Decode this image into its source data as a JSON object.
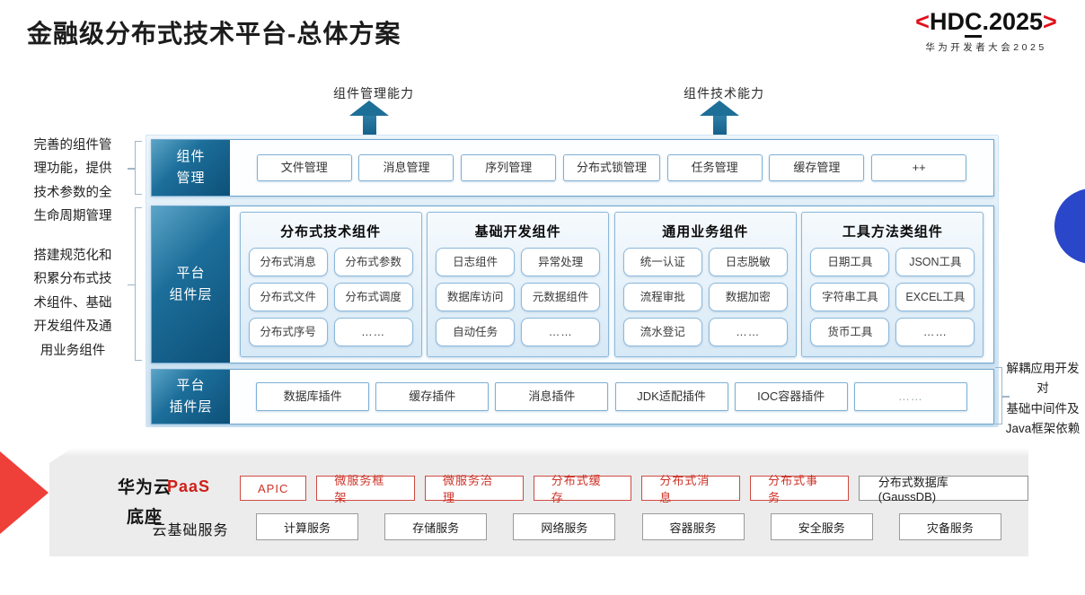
{
  "title": "金融级分布式技术平台-总体方案",
  "logo": {
    "bracket_left": "<",
    "text_hd": "HD",
    "text_c": "C",
    "text_rest": ".2025",
    "bracket_right": ">",
    "subtitle": "华为开发者大会2025"
  },
  "arrows": {
    "left_label": "组件管理能力",
    "right_label": "组件技术能力"
  },
  "annotations": {
    "left_top": "完善的组件管\n理功能，提供\n技术参数的全\n生命周期管理",
    "left_middle": "搭建规范化和\n积累分布式技\n术组件、基础\n开发组件及通\n用业务组件",
    "right_bottom": "解耦应用开发对\n基础中间件及\nJava框架依赖"
  },
  "rows": {
    "component_mgmt": {
      "header": "组件\n管理",
      "items": [
        "文件管理",
        "消息管理",
        "序列管理",
        "分布式锁管理",
        "任务管理",
        "缓存管理",
        "++"
      ]
    },
    "platform_components": {
      "header": "平台\n组件层",
      "groups": [
        {
          "title": "分布式技术组件",
          "items": [
            "分布式消息",
            "分布式参数",
            "分布式文件",
            "分布式调度",
            "分布式序号",
            "……"
          ]
        },
        {
          "title": "基础开发组件",
          "items": [
            "日志组件",
            "异常处理",
            "数据库访问",
            "元数据组件",
            "自动任务",
            "……"
          ]
        },
        {
          "title": "通用业务组件",
          "items": [
            "统一认证",
            "日志脱敏",
            "流程审批",
            "数据加密",
            "流水登记",
            "……"
          ]
        },
        {
          "title": "工具方法类组件",
          "items": [
            "日期工具",
            "JSON工具",
            "字符串工具",
            "EXCEL工具",
            "货币工具",
            "……"
          ]
        }
      ]
    },
    "platform_plugins": {
      "header": "平台\n插件层",
      "items": [
        "数据库插件",
        "缓存插件",
        "消息插件",
        "JDK适配插件",
        "IOC容器插件",
        "……"
      ]
    }
  },
  "foundation": {
    "label": "华为云\n底座",
    "paas": {
      "label": "PaaS",
      "items": [
        "APIC",
        "微服务框架",
        "微服务治理",
        "分布式缓存",
        "分布式消息",
        "分布式事务"
      ],
      "db_item": "分布式数据库 (GaussDB)"
    },
    "cloud": {
      "label": "云基础服务",
      "items": [
        "计算服务",
        "存储服务",
        "网络服务",
        "容器服务",
        "安全服务",
        "灾备服务"
      ]
    }
  },
  "colors": {
    "header_blue": "#0d5078",
    "arrow_teal": "#1e6f97",
    "accent_red": "#cd3227",
    "panel_gray": "#ececec",
    "circle_blue": "#2a46c9",
    "red_arrow_left": "#ee4038"
  }
}
